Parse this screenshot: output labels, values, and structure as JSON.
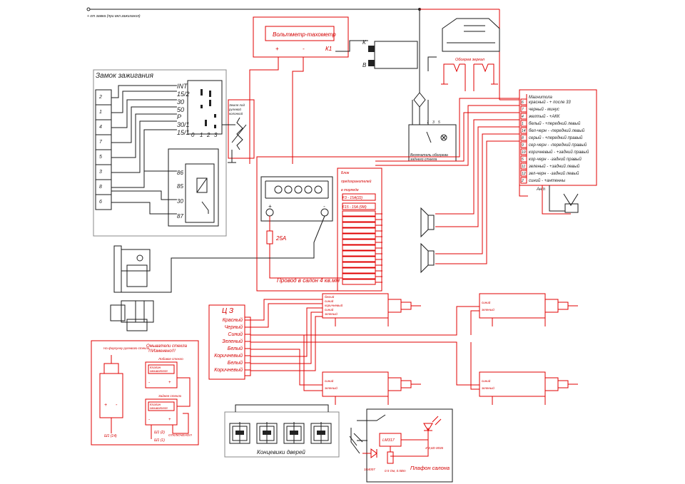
{
  "top_note": "+ от замка (при вкл.зажигания)",
  "ignition": {
    "title": "Замок зажигания",
    "connector_pins": [
      "2",
      "1",
      "4",
      "7",
      "5",
      "3",
      "8",
      "6"
    ],
    "switch_terminals": [
      "INT",
      "15/2",
      "30",
      "50",
      "P",
      "30/1",
      "15/1"
    ],
    "positions": [
      "0",
      "1",
      "2",
      "3"
    ],
    "relay_terminals": [
      "86",
      "85",
      "30",
      "87"
    ],
    "ground_note": [
      "Земля под",
      "рулевой",
      "колонкой"
    ]
  },
  "tachometer": {
    "label": "Вольтметр-тахометр",
    "plus": "+",
    "minus": "-",
    "k1": "К1",
    "k": "К",
    "b": "В"
  },
  "rear_heat": {
    "mirror_label": "Обогрев зеркал",
    "switch_label": [
      "Включатель обогрева",
      "заднего стекла"
    ],
    "pin_labels": [
      "1",
      "3",
      "5"
    ]
  },
  "radio": {
    "title": "Магнитола",
    "pins": [
      "6",
      "7",
      "4",
      "1",
      "14",
      "8",
      "9",
      "10",
      "5",
      "11",
      "12",
      "2"
    ],
    "rows": [
      "красный - + после 33",
      "черный - минус",
      "желтый - +АКК",
      "белый - +передний левый",
      "бел-черн - -передний левый",
      "серый - +передний правый",
      "сер-черн - -передний правый",
      "коричневый - +задний правый",
      "кор-черн - -задний правый",
      "зеленый - +задний левый",
      "зел-черн - -задний левый",
      "синий - +антенны"
    ],
    "ant": "Ант"
  },
  "battery": {
    "plus": "+",
    "minus": "-"
  },
  "fuse": {
    "label": "25А"
  },
  "fuse_block": {
    "title": [
      "Блок",
      "предохранителей",
      "в торпеде"
    ],
    "rows": [
      "F3 - 15А(22)",
      "F15 - 15А (9М)"
    ]
  },
  "wire_note": "Провод в салон 4 кв.мм",
  "central_lock": {
    "title": "Ц З",
    "wires": [
      "Красный",
      "Черный",
      "Синий",
      "Зеленый",
      "Белый",
      "Коричневый",
      "Белый",
      "Коричневый"
    ]
  },
  "actuators": {
    "left_front": [
      "белый",
      "синий",
      "коричневый",
      "синий",
      "зеленый"
    ],
    "right_front": [
      "синий",
      "зеленый"
    ],
    "left_rear": [
      "синий",
      "зеленый"
    ],
    "right_rear": [
      "синий",
      "зеленый"
    ]
  },
  "washers": {
    "title": [
      "Омыватели стекла",
      "!!!Изменено!!!"
    ],
    "column_label": "На форсунку рулевого стекла",
    "front_label": "Лобовое стекло",
    "rear_label": "Заднее стекло",
    "valve_label": [
      "Клапан",
      "омывателя"
    ],
    "plus": "+",
    "minus": "-",
    "connectors": [
      "Ш1 (14)",
      "Ш1 (2)",
      "Ш1 (1)"
    ],
    "disabled": "ОТКЛЮЧЕНО!!!"
  },
  "door_switches": {
    "title": "Концевики дверей"
  },
  "cabin_light": {
    "title": "Плафон салона",
    "ic": "LM317",
    "diode": "1N4007",
    "resistor": "0.5 Ом, 0.5Вт",
    "led": "4*3,6D 0036"
  }
}
